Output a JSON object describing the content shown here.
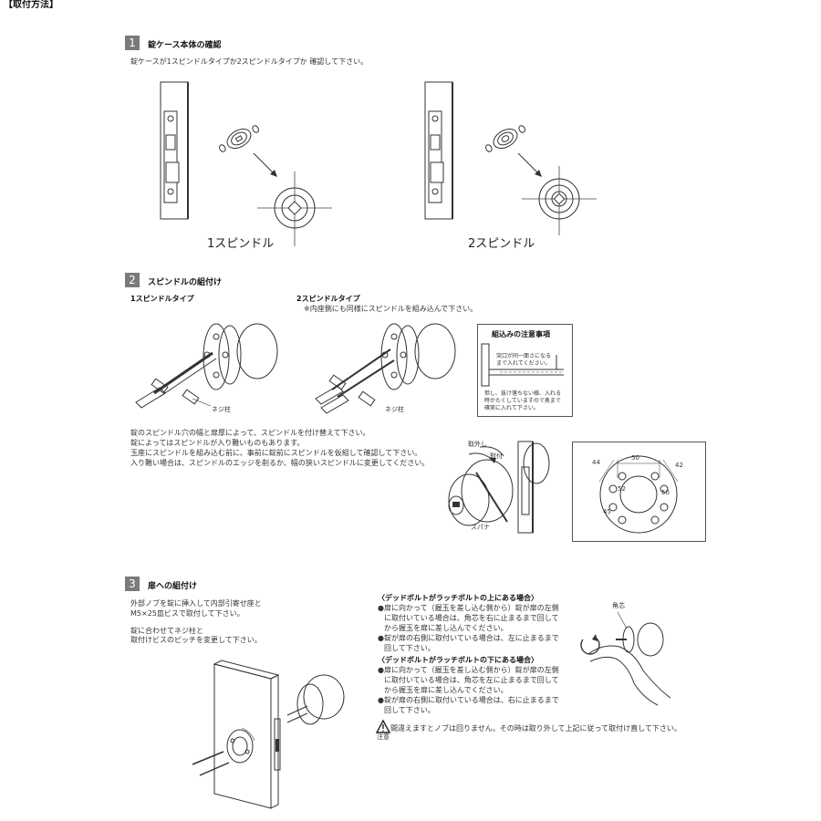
{
  "title": "【取付方法】",
  "step1": {
    "num": "1",
    "heading": "錠ケース本体の確認",
    "desc": "錠ケースが1スピンドルタイプか2スピンドルタイプか 確認して下さい。",
    "label_one": "1スピンドル",
    "label_two": "2スピンドル"
  },
  "step2": {
    "num": "2",
    "heading": "スピンドルの組付け",
    "type1": "1スピンドルタイプ",
    "type2": "2スピンドルタイプ",
    "type2_note": "※内座側にも同様にスピンドルを組み込んで下さい。",
    "neji_label": "ネジ柱",
    "caution_title": "組込みの注意事項",
    "caution_line1": "突口が同一面さになる",
    "caution_line2": "まで入れてください。",
    "caution_bottom": [
      "但し、抜け落ちない様、入れる",
      "時かたくしていますので奥まで",
      "確実に入れて下さい。"
    ],
    "instructions": [
      "錠のスピンドル穴の幅と扉厚によって、スピンドルを付け替えて下さい。",
      "錠によってはスピンドルが入り難いものもあります。",
      "玉座にスピンドルを組み込む前に、事前に錠前にスピンドルを仮組して確認して下さい。",
      "入り難い場合は、スピンドルのエッジを削るか、幅の狭いスピンドルに変更してください。"
    ],
    "remove_label": "取外し",
    "attach_label": "取付",
    "spanner_label": "スパナ",
    "dims": {
      "d50": "50",
      "d44": "44",
      "d42": "42",
      "d52": "52",
      "d50b": "50",
      "d45": "45"
    }
  },
  "step3": {
    "num": "3",
    "heading": "扉への組付け",
    "desc1": "外部ノブを錠に挿入して内部引寄せ座と",
    "desc2": "M5×25皿ビスで取付して下さい。",
    "desc3": "錠に合わせてネジ柱と",
    "desc4": "取付けビスのピッチを変更して下さい。",
    "kakushin_label": "角芯",
    "case_upper_title": "〈デッドボルトがラッチボルトの上にある場合〉",
    "case_upper": [
      "●扉に向かって（握玉を差し込む側から）錠が扉の左側",
      "に取付いている場合は、角芯を右に止まるまで回して",
      "から握玉を扉に差し込んでください。",
      "●錠が扉の右側に取付いている場合は、左に止まるまで",
      "回して下さい。"
    ],
    "case_lower_title": "〈デッドボルトがラッチボルトの下にある場合〉",
    "case_lower": [
      "●扉に向かって（握玉を差し込む側から）錠が扉の左側",
      "に取付いている場合は、角芯を左に止まるまで回して",
      "から握玉を扉に差し込んでください。",
      "●錠が扉の右側に取付いている場合は、右に止まるまで",
      "回して下さい。"
    ],
    "warning_text": "間違えますとノブは回りません。その時は取り外して上記に従って取付け直して下さい。",
    "warning_label": "注意"
  },
  "icons": [
    "warning-icon"
  ]
}
